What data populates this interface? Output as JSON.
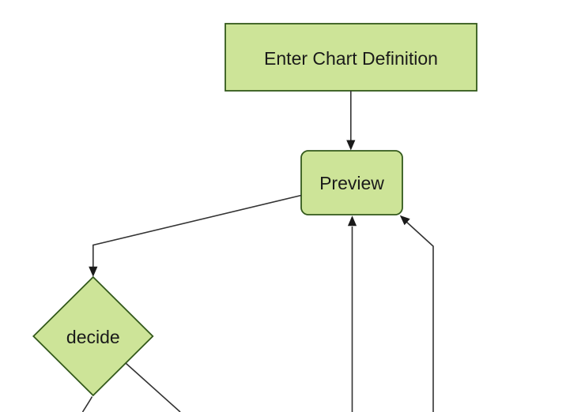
{
  "diagram": {
    "kind": "flowchart",
    "nodes": {
      "enter": {
        "label": "Enter Chart Definition",
        "shape": "rectangle"
      },
      "preview": {
        "label": "Preview",
        "shape": "rounded-rectangle"
      },
      "decide": {
        "label": "decide",
        "shape": "diamond"
      }
    },
    "edges": [
      {
        "from": "enter",
        "to": "preview",
        "arrow": true
      },
      {
        "from": "preview",
        "to": "decide",
        "arrow": true
      },
      {
        "from": "offscreen-bottom-middle",
        "to": "preview",
        "arrow": true
      },
      {
        "from": "offscreen-bottom-right",
        "to": "preview",
        "arrow": true
      },
      {
        "from": "decide",
        "to": "offscreen-bottom-left",
        "arrow": false
      },
      {
        "from": "decide",
        "to": "offscreen-bottom-right",
        "arrow": false
      }
    ]
  },
  "colors": {
    "background": "#ffffff",
    "node_fill": "#cde498",
    "node_border": "#33591b",
    "edge_stroke": "#333333",
    "arrowhead_fill": "#1a1a1a",
    "label_text": "#1a1a1a"
  }
}
